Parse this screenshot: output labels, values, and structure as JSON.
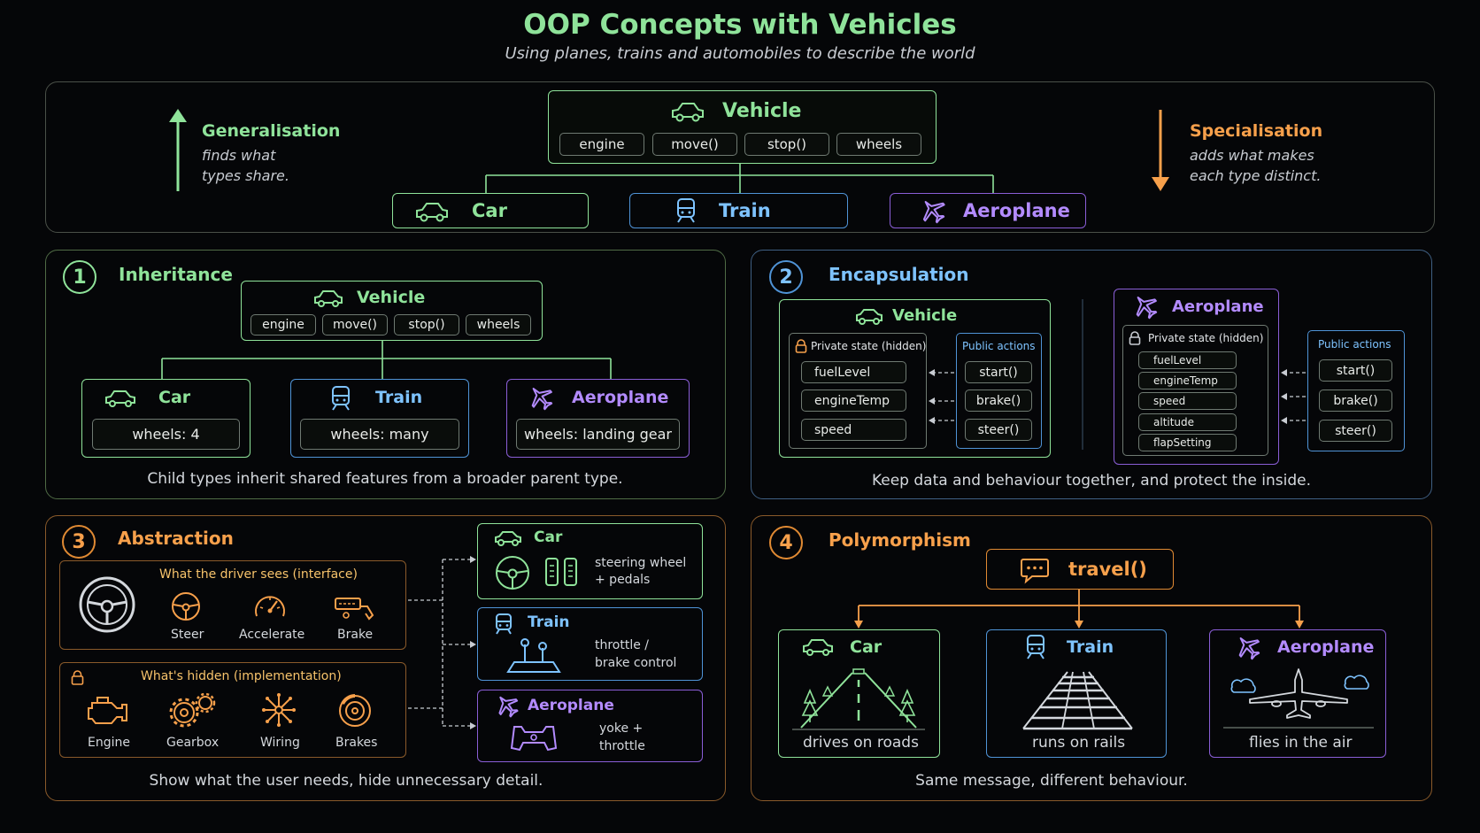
{
  "header": {
    "title": "OOP Concepts with Vehicles",
    "subtitle": "Using planes, trains and automobiles to describe the world"
  },
  "overview": {
    "generalisation": {
      "title": "Generalisation",
      "line1": "finds what",
      "line2": "types share."
    },
    "specialisation": {
      "title": "Specialisation",
      "line1": "adds what makes",
      "line2": "each type distinct."
    },
    "vehicle": {
      "title": "Vehicle",
      "members": [
        "engine",
        "move()",
        "stop()",
        "wheels"
      ]
    },
    "children": [
      "Car",
      "Train",
      "Aeroplane"
    ]
  },
  "inheritance": {
    "number": "1",
    "title": "Inheritance",
    "vehicle": {
      "title": "Vehicle",
      "members": [
        "engine",
        "move()",
        "stop()",
        "wheels"
      ]
    },
    "children": [
      {
        "title": "Car",
        "wheels": "wheels: 4"
      },
      {
        "title": "Train",
        "wheels": "wheels: many"
      },
      {
        "title": "Aeroplane",
        "wheels": "wheels: landing gear"
      }
    ],
    "caption": "Child types inherit shared features from a broader parent type."
  },
  "encapsulation": {
    "number": "2",
    "title": "Encapsulation",
    "vehicle": {
      "title": "Vehicle",
      "private_label": "Private state (hidden)",
      "private": [
        "fuelLevel",
        "engineTemp",
        "speed"
      ],
      "public_label": "Public actions",
      "public": [
        "start()",
        "brake()",
        "steer()"
      ]
    },
    "aeroplane": {
      "title": "Aeroplane",
      "private_label": "Private state (hidden)",
      "private": [
        "fuelLevel",
        "engineTemp",
        "speed",
        "altitude",
        "flapSetting"
      ],
      "public_label": "Public actions",
      "public": [
        "start()",
        "brake()",
        "steer()"
      ]
    },
    "caption": "Keep data and behaviour together, and protect the inside."
  },
  "abstraction": {
    "number": "3",
    "title": "Abstraction",
    "interface": {
      "title": "What the driver sees (interface)",
      "items": [
        "Steer",
        "Accelerate",
        "Brake"
      ]
    },
    "implementation": {
      "title": "What's hidden (implementation)",
      "items": [
        "Engine",
        "Gearbox",
        "Wiring",
        "Brakes"
      ]
    },
    "controls": [
      {
        "title": "Car",
        "line1": "steering wheel",
        "line2": "+ pedals"
      },
      {
        "title": "Train",
        "line1": "throttle /",
        "line2": "brake control"
      },
      {
        "title": "Aeroplane",
        "line1": "yoke +",
        "line2": "throttle"
      }
    ],
    "caption": "Show what the user needs, hide unnecessary detail."
  },
  "polymorphism": {
    "number": "4",
    "title": "Polymorphism",
    "message": "travel()",
    "behaviours": [
      {
        "title": "Car",
        "text": "drives on roads"
      },
      {
        "title": "Train",
        "text": "runs on rails"
      },
      {
        "title": "Aeroplane",
        "text": "flies in the air"
      }
    ],
    "caption": "Same message, different behaviour."
  },
  "colors": {
    "green": "#8fe39a",
    "blue": "#7ec3ff",
    "purple": "#b38bff",
    "orange": "#f7a04b"
  }
}
